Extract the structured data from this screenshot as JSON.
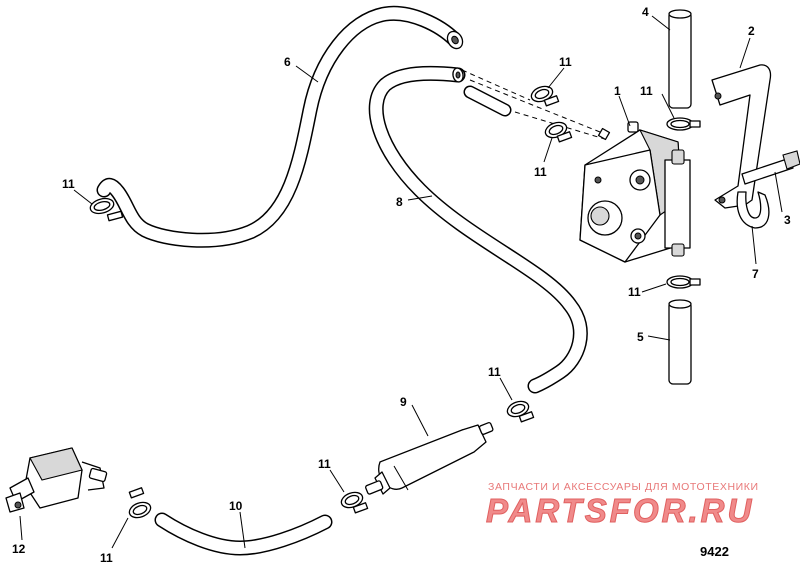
{
  "callouts": [
    {
      "id": "c1",
      "label": "1"
    },
    {
      "id": "c2",
      "label": "2"
    },
    {
      "id": "c3",
      "label": "3"
    },
    {
      "id": "c4",
      "label": "4"
    },
    {
      "id": "c5",
      "label": "5"
    },
    {
      "id": "c6",
      "label": "6"
    },
    {
      "id": "c7",
      "label": "7"
    },
    {
      "id": "c8",
      "label": "8"
    },
    {
      "id": "c9",
      "label": "9"
    },
    {
      "id": "c10",
      "label": "10"
    },
    {
      "id": "c11a",
      "label": "11"
    },
    {
      "id": "c11b",
      "label": "11"
    },
    {
      "id": "c11c",
      "label": "11"
    },
    {
      "id": "c11d",
      "label": "11"
    },
    {
      "id": "c11e",
      "label": "11"
    },
    {
      "id": "c11f",
      "label": "11"
    },
    {
      "id": "c11g",
      "label": "11"
    },
    {
      "id": "c11h",
      "label": "11"
    },
    {
      "id": "c12",
      "label": "12"
    }
  ],
  "figure_number": "9422",
  "watermark": {
    "tagline": "ЗАПЧАСТИ И АКСЕССУАРЫ ДЛЯ МОТОТЕХНИКИ",
    "logo": "PARTSFOR.RU"
  }
}
